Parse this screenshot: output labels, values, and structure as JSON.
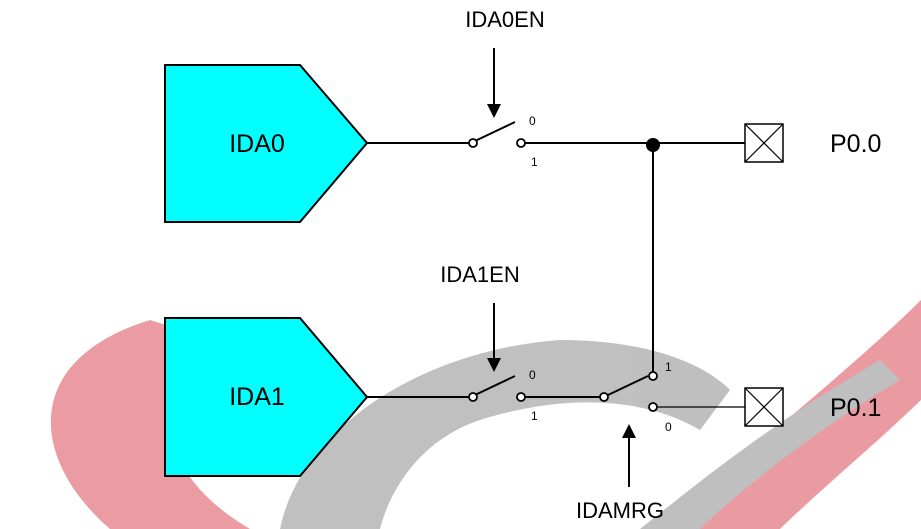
{
  "blocks": {
    "ida0": {
      "label": "IDA0",
      "color": "#00FFFF"
    },
    "ida1": {
      "label": "IDA1",
      "color": "#00FFFF"
    }
  },
  "signals": {
    "ida0en": "IDA0EN",
    "ida1en": "IDA1EN",
    "idamrg": "IDAMRG"
  },
  "pins": {
    "p00": "P0.0",
    "p01": "P0.1"
  },
  "switch_positions": {
    "sw0_zero": "0",
    "sw0_one": "1",
    "sw1_zero": "0",
    "sw1_one": "1",
    "mrg_one": "1",
    "mrg_zero": "0"
  },
  "watermark": {
    "red_color": "#D94A55",
    "gray_color": "#8C8C8C"
  }
}
